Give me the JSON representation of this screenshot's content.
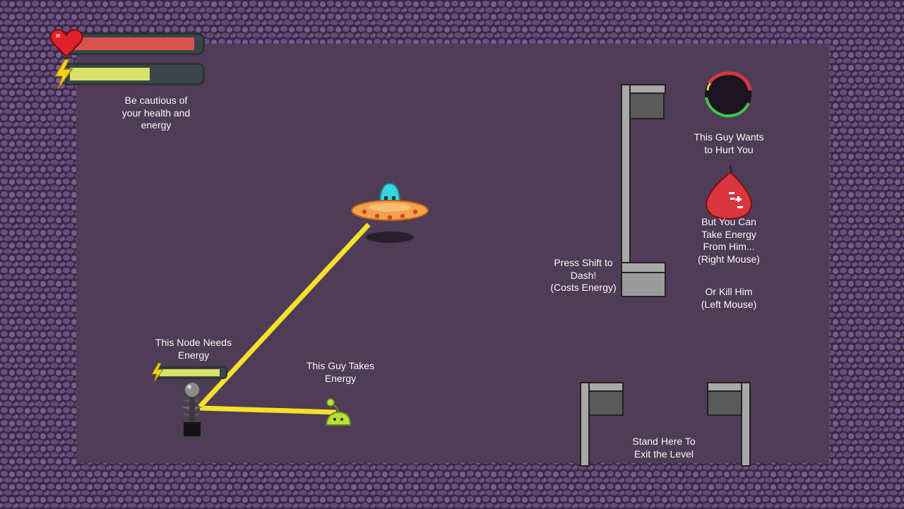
{
  "hud": {
    "health": {
      "icon": "heart-icon",
      "level": 1.0,
      "color": "#d9534f"
    },
    "energy": {
      "icon": "lightning-icon",
      "level": 0.63,
      "color": "#d8e26a"
    }
  },
  "tips": {
    "health_energy": "Be cautious of\nyour health and\nenergy",
    "enemy_hurt": "This Guy Wants\nto Hurt You",
    "take_energy": "But You Can\nTake Energy\nFrom Him...\n(Right Mouse)",
    "kill_him": "Or Kill Him\n(Left Mouse)",
    "dash": "Press Shift to\nDash!\n(Costs Energy)",
    "node_needs": "This Node Needs\nEnergy",
    "guy_takes": "This Guy Takes\nEnergy",
    "exit": "Stand Here To\nExit the Level"
  },
  "node": {
    "energy_level": 0.92
  },
  "colors": {
    "wall": "#3a2a44",
    "wall_stone": "#6a4f7f",
    "floor": "#4f3c56",
    "beam": "#f4e22a",
    "ufo": "#f2a24a",
    "alien": "#35d6e0",
    "blob_red": "#d9363e",
    "slime": "#b6e23c",
    "portal": "#1c1420",
    "gate": "#9b9b9b"
  }
}
